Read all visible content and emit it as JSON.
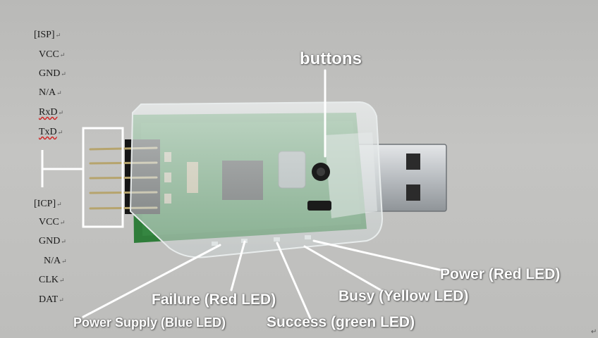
{
  "isp": {
    "header": "[ISP]",
    "pins": [
      "VCC",
      "GND",
      "N/A",
      "RxD",
      "TxD"
    ]
  },
  "icp": {
    "header": "[ICP]",
    "pins": [
      "VCC",
      "GND",
      "N/A",
      "CLK",
      "DAT"
    ]
  },
  "callouts": {
    "buttons": "buttons",
    "power_red": "Power (Red LED)",
    "busy_yellow": "Busy (Yellow LED)",
    "failure_red": "Failure (Red LED)",
    "power_supply_blue": "Power Supply (Blue LED)",
    "success_green": "Success (green LED)"
  },
  "colors": {
    "pcb_green": "#2f7d3a",
    "label_white": "#ffffff",
    "bracket_white": "#ffffff",
    "usb_metal": "#b8bcc0"
  }
}
